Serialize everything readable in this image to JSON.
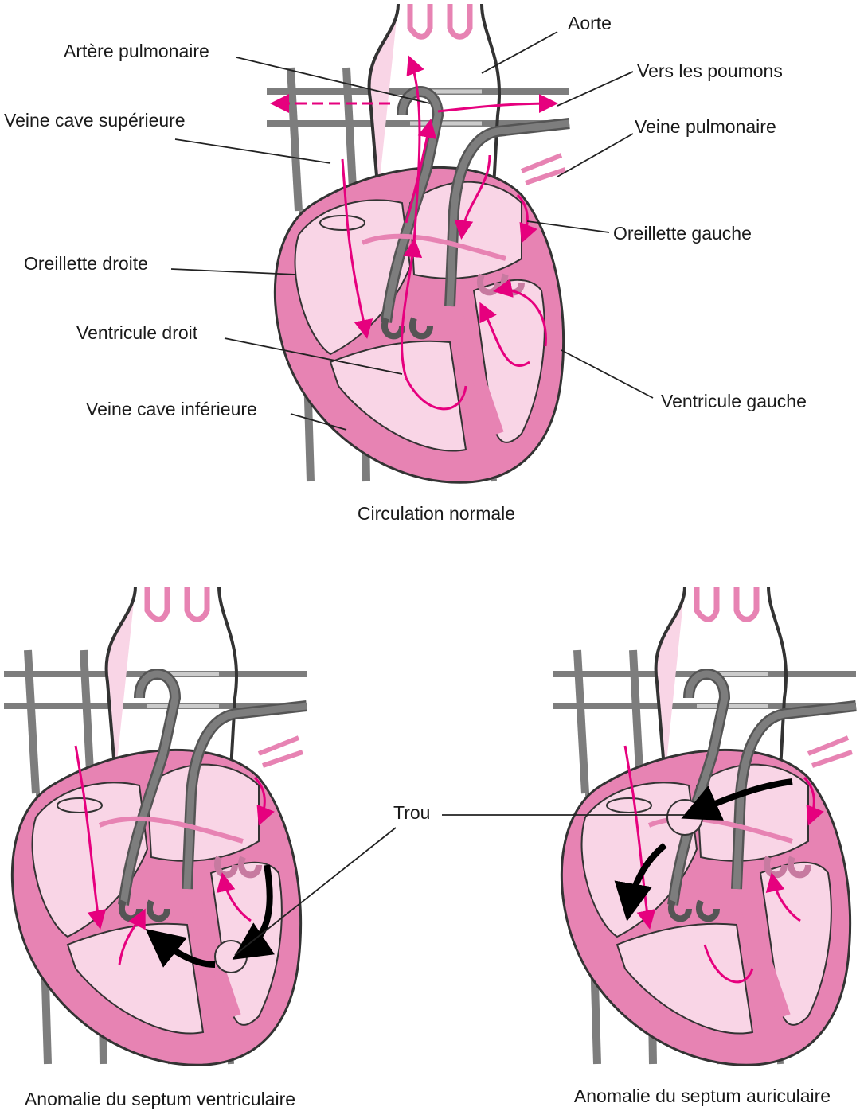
{
  "labels": {
    "aorte": "Aorte",
    "artere_pulmonaire": "Artère pulmonaire",
    "vers_poumons": "Vers les poumons",
    "veine_cave_superieure": "Veine cave supérieure",
    "veine_pulmonaire": "Veine pulmonaire",
    "oreillette_gauche": "Oreillette gauche",
    "oreillette_droite": "Oreillette droite",
    "ventricule_droit": "Ventricule droit",
    "ventricule_gauche": "Ventricule gauche",
    "veine_cave_inferieure": "Veine cave inférieure",
    "trou": "Trou"
  },
  "captions": {
    "normal": "Circulation normale",
    "ventricular": "Anomalie du septum ventriculaire",
    "atrial": "Anomalie du septum auriculaire"
  },
  "colors": {
    "heart_wall": "#e783b3",
    "heart_chamber": "#f9d5e6",
    "vessel": "#7d7d7d",
    "outline": "#333333",
    "flow_arrow": "#e6007e",
    "defect_arrow": "#000000",
    "leader_line": "#222222"
  },
  "icons": {
    "flow": "arrow-icon",
    "defect_flow": "curved-arrow-icon"
  }
}
